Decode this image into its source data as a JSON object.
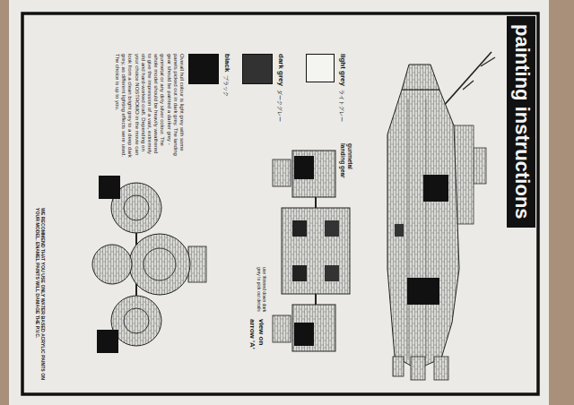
{
  "diagram": {
    "title": "painting instructions",
    "labels": [
      "ライトグレー",
      "ダークグレー",
      "ブラック",
      "gunmetal landing gear",
      "view on arrow 'A'",
      "use thinned down dark grey to pick out details",
      "Overall hull colour is light grey with some panels picked out in dark grey. The landing gear should be painted a darker grey - gunmetal or any dirty silver colour. The whole model should be heavily weathered to give the impression of a vast, extremely old and hard-worked craft. Depending on your choice NOSTROMO in the movie can look from a clean bright grey to a deep dark grey, as different lighting effects were used. The choice is up to you.",
      "WE RECOMMEND THAT YOU USE ONLY WATER BASED ACRYLIC PAINTS ON YOUR MODEL. ENAMEL PAINTS WILL DAMAGE THE P.V.C."
    ],
    "legend": [
      {
        "text": "light grey",
        "color": "#f4f4f1"
      },
      {
        "text": "dark grey",
        "color": "#323232"
      },
      {
        "text": "black",
        "color": "#111111"
      }
    ]
  }
}
